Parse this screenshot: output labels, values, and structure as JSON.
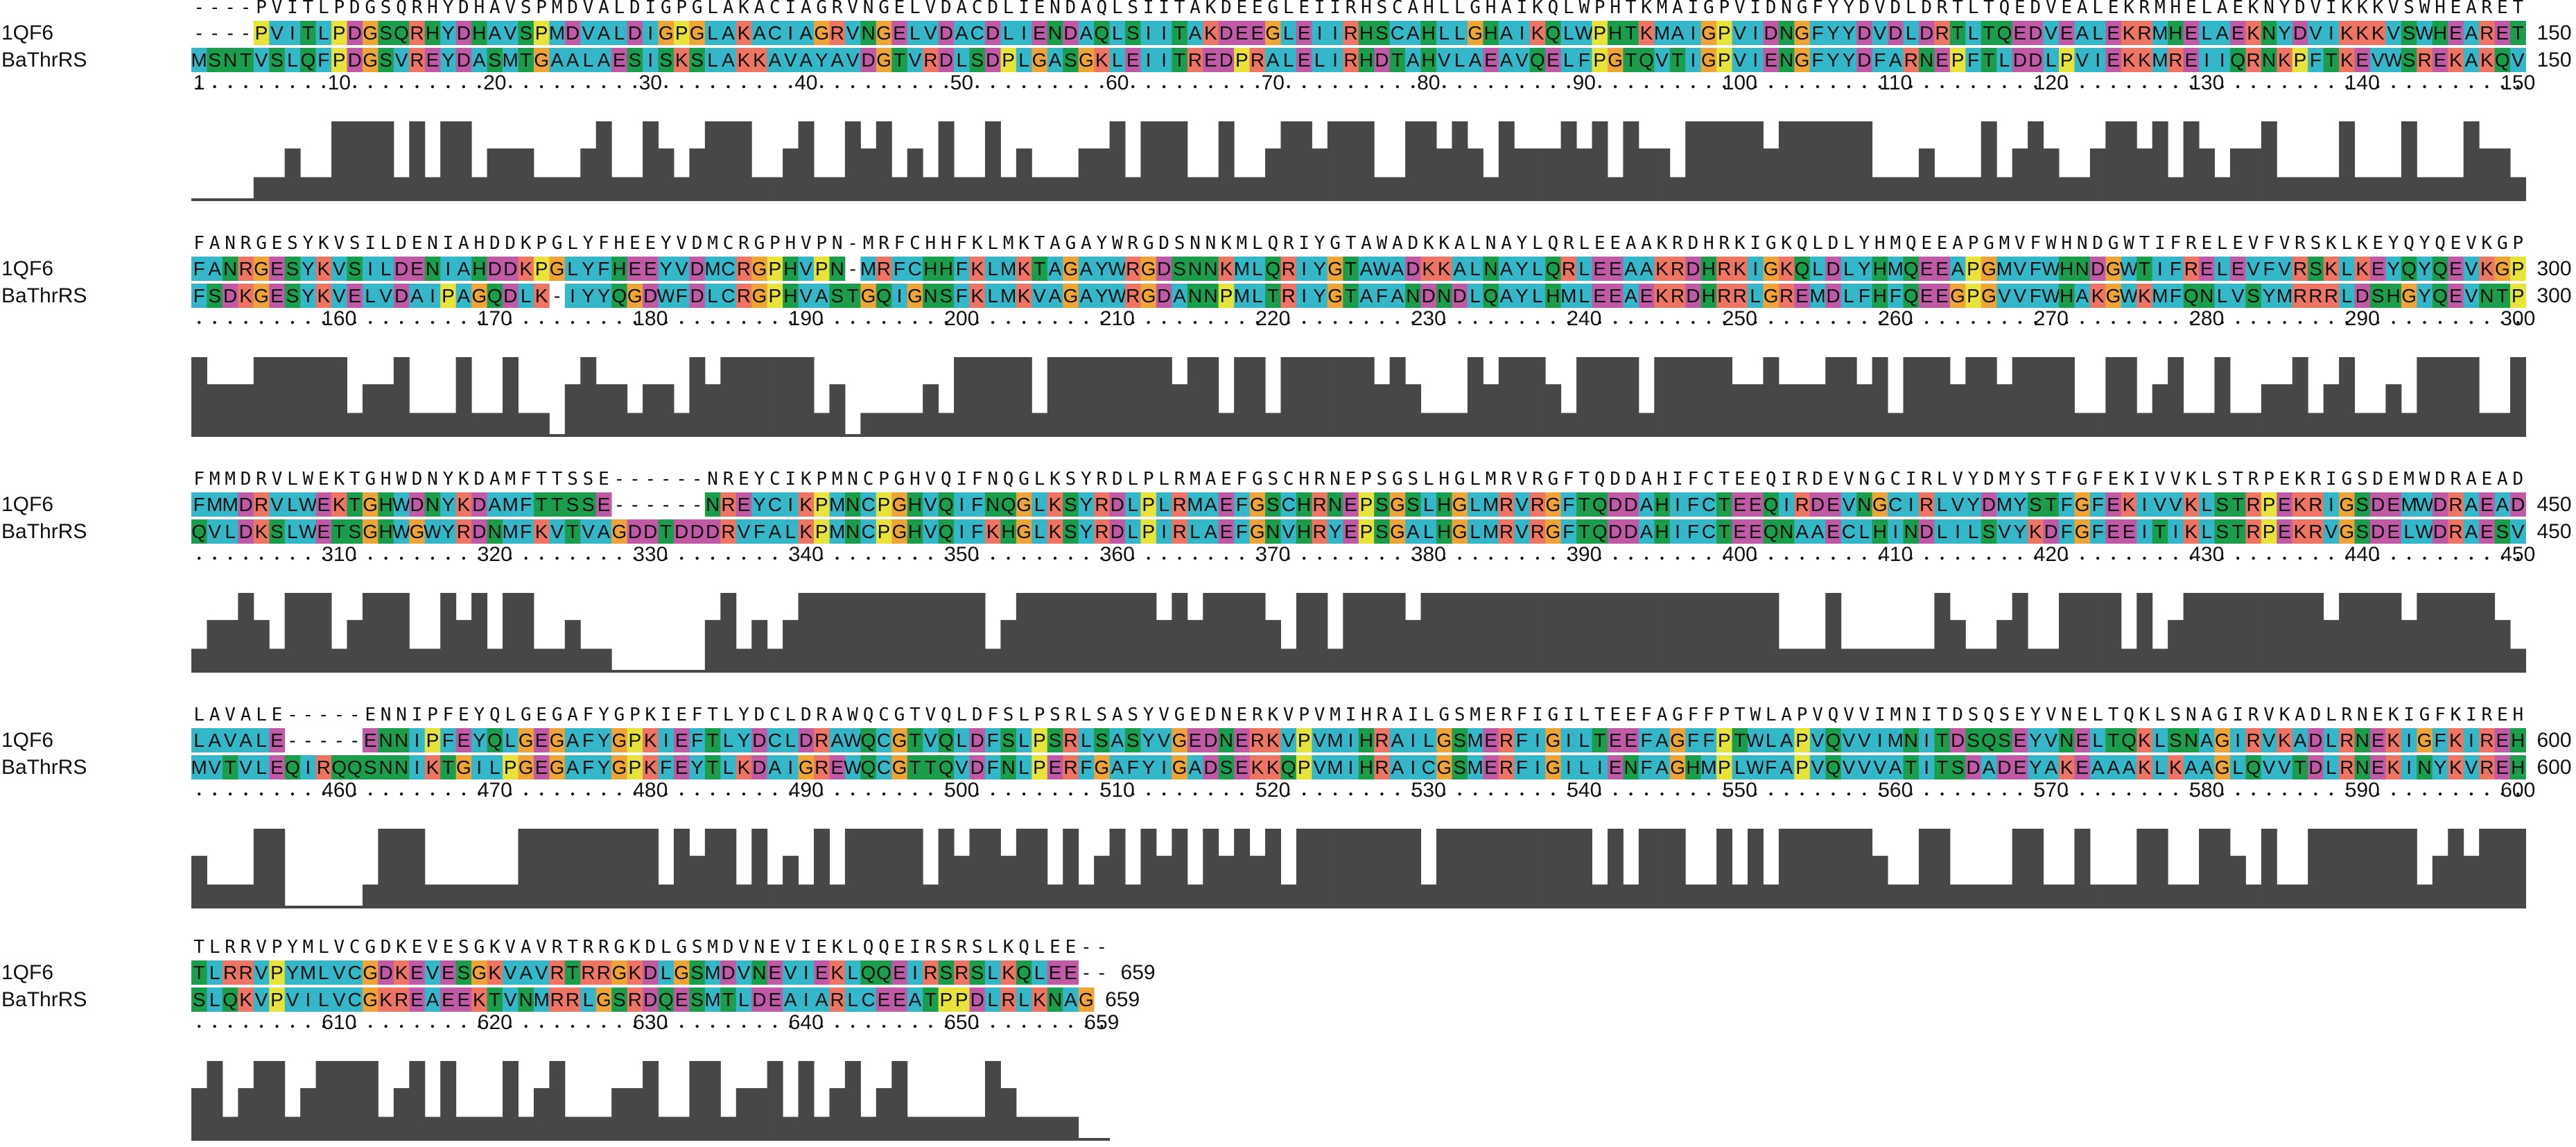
{
  "seq_names": [
    "1QF6",
    "BaThrRS"
  ],
  "blocks": [
    {
      "cons": "----PVITLPDGSQRHYDHAVSPMDVALDIGPGLAKACIAGRVNGELVDACDLIENDAQLSIITAKDEEGLEIIRHSCAHLLGHAIKQLWPHTKMAIGPVIDNGFYYDVDLDRTLTQEDVEALEKRMHELAEKNYDVIKKKVSWHEARET",
      "seqA": "----PVITLPDGSQRHYDHAVSPMDVALDIGPGLAKACIAGRVNGELVDACDLIENDAQLSIITAKDEEGLEIIRHSCAHLLGHAIKQLWPHTKMAIGPVIDNGFYYDVDLDRTLTQEDVEALEKRMHELAEKNYDVIKKKVSWHEARET",
      "seqB": "MSNTVSLQFPDGSVREYDASMTGAALAESISKSLAKKAVAYAVDGTVRDLSDPLGASGKLEIITREDPRALELIRHDTAHVLAEAVQELFPGTQVTIGPVIENGFYYDFARNEPFTLDDLPVIEKKMREIIQRNKPFTKEVWSREKAKQV",
      "end_number": "150",
      "ruler_numbers": [
        "1",
        "10",
        "20",
        "30",
        "40",
        "50",
        "60",
        "70",
        "80",
        "90",
        "100",
        "110",
        "120",
        "130",
        "140"
      ]
    },
    {
      "cons": "FANRGESYKVSILDENIAHDDKPGLYFHEEYVDMCRGPHVPN-MRFCHHFKLMKTAGAYWRGDSNNKMLQRIYGTAWADKKALNAYLQRLEEAAKRDHRKIGKQLDLYHMQEEAPGMVFWHNDGWTIFRELEVFVRSKLKEYQYQEVKGP",
      "seqA": "FANRGESYKVSILDENIAHDDKPGLYFHEEYVDMCRGPHVPN-MRFCHHFKLMKTAGAYWRGDSNNKMLQRIYGTAWADKKALNAYLQRLEEAAKRDHRKIGKQLDLYHMQEEAPGMVFWHNDGWTIFRELEVFVRSKLKEYQYQEVKGP",
      "seqB": "FSDKGESYKVELVDAIPAGQDLK-IYYQGDWFDLCRGPHVASTGQIGNSFKLMKVAGAYWRGDANNPMLTRIYGTAFANDNDLQAYLHMLEEAEKRDHRRLGREMDLFHFQEEGPGVVFWHAKGWKMFQNLVSYMRRRLDSHGYQEVNTP",
      "end_number": "300",
      "ruler_numbers": [
        "160",
        "170",
        "180",
        "190",
        "200",
        "210",
        "220",
        "230",
        "240",
        "250",
        "260",
        "270",
        "280",
        "290"
      ]
    },
    {
      "cons": "FMMDRVLWEKTGHWDNYKDAMFTTSSE------NREYCIKPMNCPGHVQIFNQGLKSYRDLPLRMAEFGSCHRNEPSGSLHGLMRVRGFTQDDAHIFCTEEQIRDEVNGCIRLVYDMYSTFGFEKIVVKLSTRPEKRIGSDEMWDRAEAD",
      "seqA": "FMMDRVLWEKTGHWDNYKDAMFTTSSE------NREYCIKPMNCPGHVQIFNQGLKSYRDLPLRMAEFGSCHRNEPSGSLHGLMRVRGFTQDDAHIFCTEEQIRDEVNGCIRLVYDMYSTFGFEKIVVKLSTRPEKRIGSDEMWDRAEAD",
      "seqB": "QVLDKSLWETSGHWGWYRDNMFKVTVAGDDTDDDRVFALKPMNCPGHVQIFKHGLKSYRDLPIRLAEFGNVHRYEPSGALHGLMRVRGFTQDDAHIFCTEEQNAAECLHINDLILSVYKDFGFEEITIKLSTRPEKRVGSDELWDRAESV",
      "end_number": "450",
      "ruler_numbers": [
        "310",
        "320",
        "330",
        "340",
        "350",
        "360",
        "370",
        "380",
        "390",
        "400",
        "410",
        "420",
        "430",
        "440"
      ]
    },
    {
      "cons": "LAVALE-----ENNIPFEYQLGEGAFYGPKIEFTLYDCLDRAWQCGTVQLDFSLPSRLSASYVGEDNERKVPVMIHRAILGSMERFIGILTEEFAGFFPTWLAPVQVVIMNITDSQSEYVNELTQKLSNAGIRVKADLRNEKIGFKIREH",
      "seqA": "LAVALE-----ENNIPFEYQLGEGAFYGPKIEFTLYDCLDRAWQCGTVQLDFSLPSRLSASYVGEDNERKVPVMIHRAILGSMERFIGILTEEFAGFFPTWLAPVQVVIMNITDSQSEYVNELTQKLSNAGIRVKADLRNEKIGFKIREH",
      "seqB": "MVTVLEQIRQQSNNIKTGILPGEGAFYGPKFEYTLKDAIGREWQCGTTQVDFNLPERFGAFYIGADSEKKQPVMIHRAICGSMERFIGILIENFAGHMPLWFAPVQVVVATITSDADEYAKEAAAKLKAAGLQVVTDLRNEKINYKVREH",
      "end_number": "600",
      "ruler_numbers": [
        "460",
        "470",
        "480",
        "490",
        "500",
        "510",
        "520",
        "530",
        "540",
        "550",
        "560",
        "570",
        "580",
        "590"
      ]
    },
    {
      "cons": "TLRRVPYMLVCGDKEVESGKVAVRTRRGKDLGSMDVNEVIEKLQQEIRSRSLKQLEE--",
      "seqA": "TLRRVPYMLVCGDKEVESGKVAVRTRRGKDLGSMDVNEVIEKLQQEIRSRSLKQLEE--",
      "seqB": "SLQKVPVILVCGKREAEEKTVNMRRLGSRDQESMTLDEAIARLCEEATPPDLRLKNAG",
      "end_number": "659",
      "ruler_numbers": [
        "610",
        "620",
        "630",
        "640",
        "650"
      ]
    }
  ],
  "colors": {
    "cyan": "#33b7c9",
    "green": "#1a9e4c",
    "red": "#ee7463",
    "magenta": "#c05aa6",
    "orange": "#efa437",
    "yellow": "#e8e33a",
    "bar": "#474747"
  }
}
